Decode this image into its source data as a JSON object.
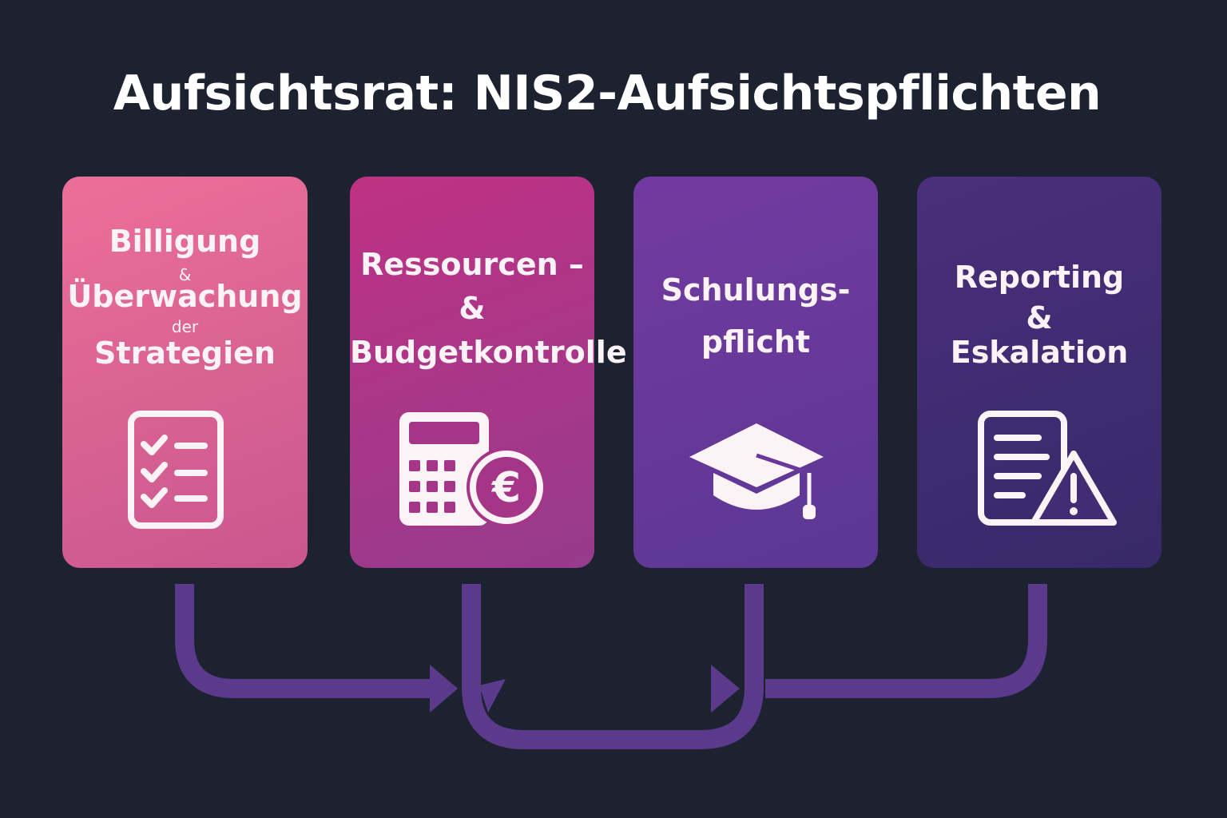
{
  "title": "Aufsichtsrat: NIS2-Aufsichtspflichten",
  "colors": {
    "background": "#1d2231",
    "card1": "#e0668f",
    "card2": "#ab3487",
    "card3": "#6a389b",
    "card4": "#422c73",
    "connector": "#5b3a8c",
    "text": "#fbf3f6"
  },
  "cards": [
    {
      "lines": [
        "Billigung",
        "&",
        "Überwachung",
        "der",
        "Strategien"
      ],
      "icon": "checklist-icon"
    },
    {
      "lines": [
        "Ressourcen –",
        "&",
        "Budgetkontrolle"
      ],
      "icon": "calculator-euro-icon"
    },
    {
      "lines": [
        "Schulungs-",
        "pflicht"
      ],
      "icon": "graduation-cap-icon"
    },
    {
      "lines": [
        "Reporting",
        "&",
        "Eskalation"
      ],
      "icon": "report-warning-icon"
    }
  ]
}
